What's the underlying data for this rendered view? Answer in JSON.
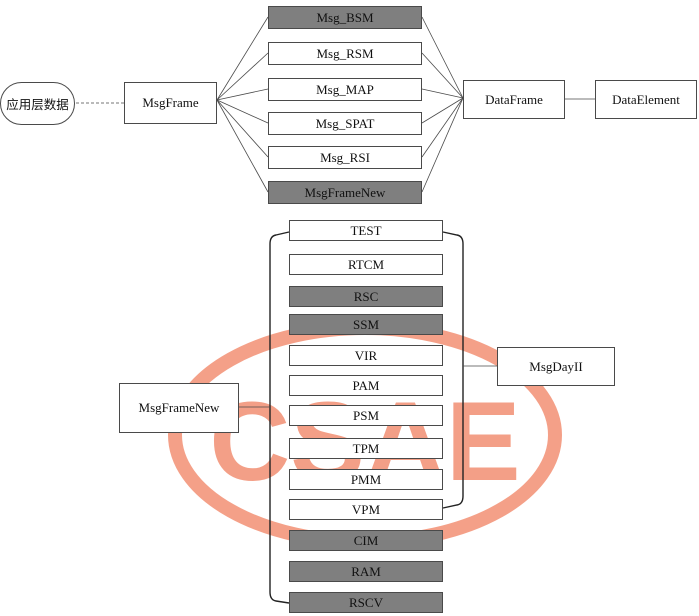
{
  "colors": {
    "grey_fill": "#7f7f7f",
    "line": "#4a4a4a",
    "watermark": "#f08060"
  },
  "watermark": {
    "text": "CSAE"
  },
  "top": {
    "source": "应用层数据",
    "frame": "MsgFrame",
    "messages": [
      {
        "label": "Msg_BSM",
        "grey": true
      },
      {
        "label": "Msg_RSM",
        "grey": false
      },
      {
        "label": "Msg_MAP",
        "grey": false
      },
      {
        "label": "Msg_SPAT",
        "grey": false
      },
      {
        "label": "Msg_RSI",
        "grey": false
      },
      {
        "label": "MsgFrameNew",
        "grey": true
      }
    ],
    "data_frame": "DataFrame",
    "data_element": "DataElement"
  },
  "bottom": {
    "frame_new": "MsgFrameNew",
    "day2": "MsgDayII",
    "messages": [
      {
        "label": "TEST",
        "grey": false
      },
      {
        "label": "RTCM",
        "grey": false
      },
      {
        "label": "RSC",
        "grey": true
      },
      {
        "label": "SSM",
        "grey": true
      },
      {
        "label": "VIR",
        "grey": false
      },
      {
        "label": "PAM",
        "grey": false
      },
      {
        "label": "PSM",
        "grey": false
      },
      {
        "label": "TPM",
        "grey": false
      },
      {
        "label": "PMM",
        "grey": false
      },
      {
        "label": "VPM",
        "grey": false
      },
      {
        "label": "CIM",
        "grey": true
      },
      {
        "label": "RAM",
        "grey": true
      },
      {
        "label": "RSCV",
        "grey": true
      }
    ]
  }
}
